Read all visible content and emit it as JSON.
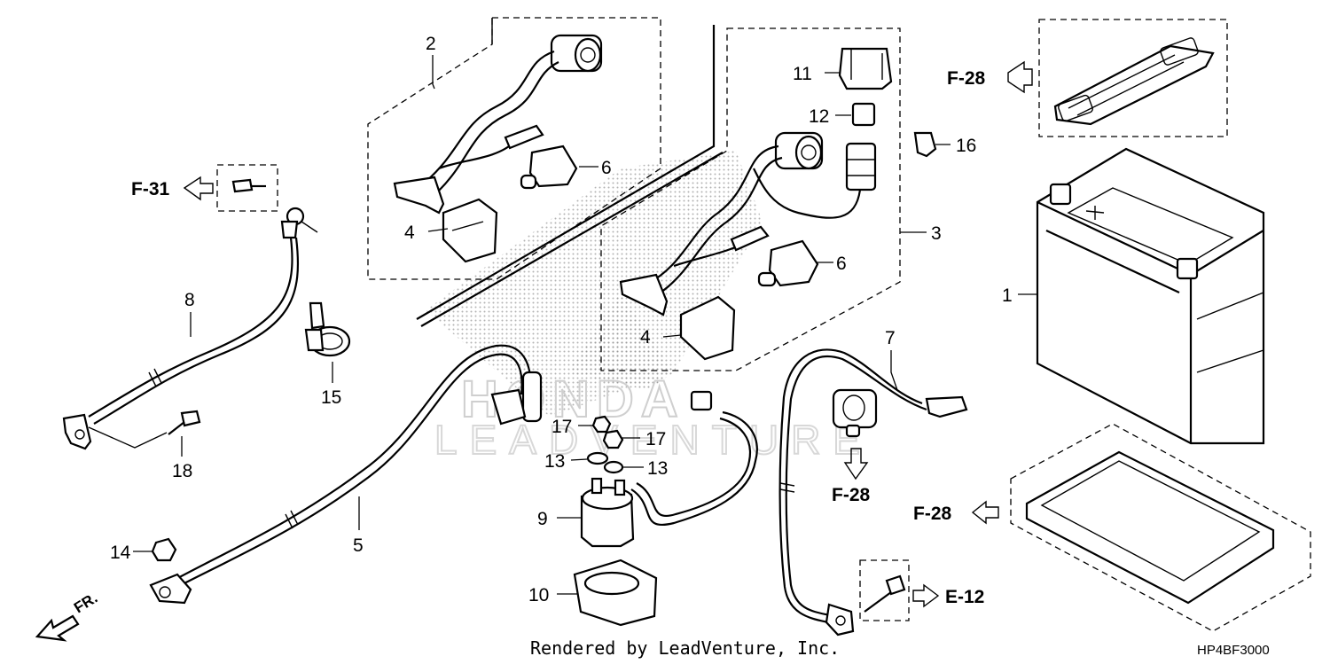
{
  "callouts": [
    {
      "id": "c1",
      "label": "1"
    },
    {
      "id": "c2",
      "label": "2"
    },
    {
      "id": "c3",
      "label": "3"
    },
    {
      "id": "c4a",
      "label": "4"
    },
    {
      "id": "c4b",
      "label": "4"
    },
    {
      "id": "c5",
      "label": "5"
    },
    {
      "id": "c6a",
      "label": "6"
    },
    {
      "id": "c6b",
      "label": "6"
    },
    {
      "id": "c7",
      "label": "7"
    },
    {
      "id": "c8",
      "label": "8"
    },
    {
      "id": "c9",
      "label": "9"
    },
    {
      "id": "c10",
      "label": "10"
    },
    {
      "id": "c11",
      "label": "11"
    },
    {
      "id": "c12",
      "label": "12"
    },
    {
      "id": "c13a",
      "label": "13"
    },
    {
      "id": "c13b",
      "label": "13"
    },
    {
      "id": "c14",
      "label": "14"
    },
    {
      "id": "c15",
      "label": "15"
    },
    {
      "id": "c16",
      "label": "16"
    },
    {
      "id": "c17a",
      "label": "17"
    },
    {
      "id": "c17b",
      "label": "17"
    },
    {
      "id": "c18",
      "label": "18"
    }
  ],
  "references": [
    {
      "id": "r1",
      "label": "F-28"
    },
    {
      "id": "r2",
      "label": "F-31"
    },
    {
      "id": "r3",
      "label": "F-28"
    },
    {
      "id": "r4",
      "label": "F-28"
    },
    {
      "id": "r5",
      "label": "E-12"
    }
  ],
  "front_marker": "FR.",
  "watermark": {
    "brand": "HONDA",
    "dealer": "LEADVENTURE"
  },
  "footer": {
    "rendered_by": "Rendered by LeadVenture, Inc.",
    "diagram_code": "HP4BF3000"
  },
  "colors": {
    "line": "#000000",
    "background": "#ffffff",
    "watermark": "#cfcfcf"
  }
}
